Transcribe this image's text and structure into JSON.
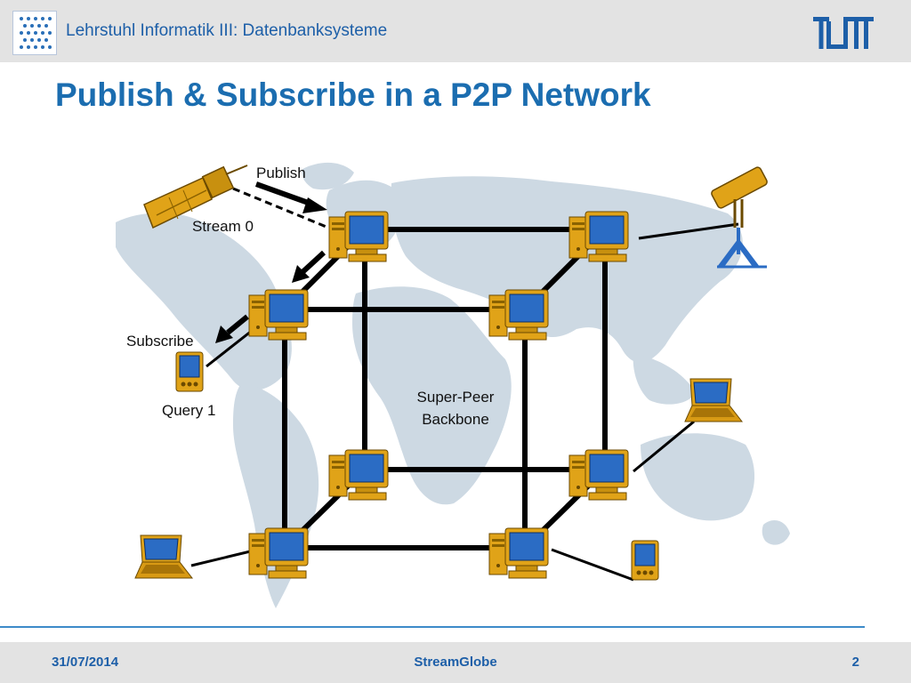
{
  "header": {
    "chair_name": "Lehrstuhl Informatik III: Datenbanksysteme",
    "logo_text": "TUM"
  },
  "title": "Publish & Subscribe in a P2P Network",
  "diagram": {
    "labels": {
      "publish": "Publish",
      "stream": "Stream 0",
      "subscribe": "Subscribe",
      "query": "Query 1",
      "backbone_line1": "Super-Peer",
      "backbone_line2": "Backbone"
    },
    "icons": {
      "source": "satellite-icon",
      "source_right": "telescope-icon",
      "super_peer": "desktop-computer-icon",
      "client": "laptop-icon",
      "handheld": "pda-icon"
    },
    "colors": {
      "map": "#cdd9e3",
      "monitor": "#2b6cc4",
      "case": "#e0a318",
      "link": "#000000"
    }
  },
  "footer": {
    "date": "31/07/2014",
    "center": "StreamGlobe",
    "page": "2"
  }
}
